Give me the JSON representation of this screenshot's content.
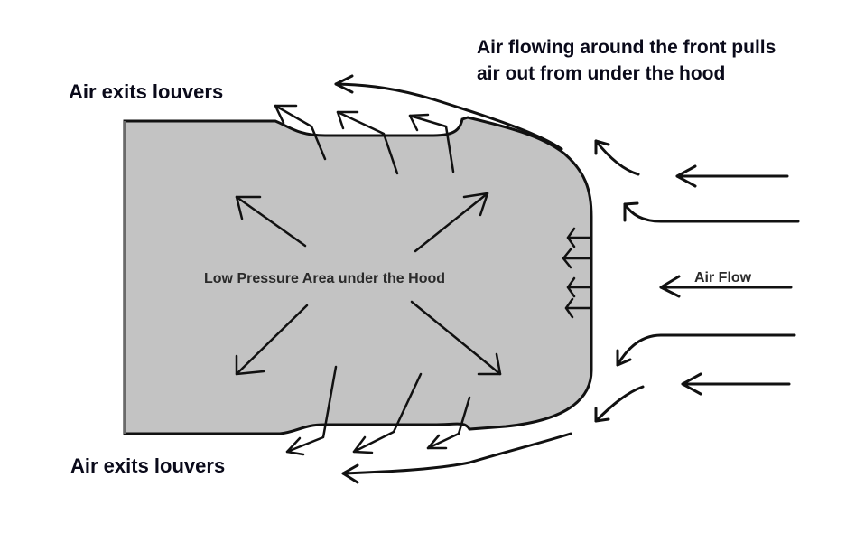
{
  "diagram": {
    "title": "Hood louver airflow diagram",
    "labels": {
      "top_left": "Air exits louvers",
      "bottom_left": "Air exits louvers",
      "top_right_line1": "Air flowing around the front pulls",
      "top_right_line2": "air out from under the hood",
      "center": "Low Pressure Area under the Hood",
      "air_flow": "Air Flow"
    },
    "colors": {
      "hood_fill": "#c3c3c3",
      "outline": "#111111",
      "text": "#0a0a1a",
      "background": "#ffffff"
    },
    "elements": {
      "hood_shape": "hood-body",
      "radiator_arrows_count": 4,
      "louver_arrows_top_count": 3,
      "louver_arrows_bottom_count": 3,
      "incoming_airflow_arrows_count": 6,
      "pressure_arrows_count": 4
    }
  }
}
